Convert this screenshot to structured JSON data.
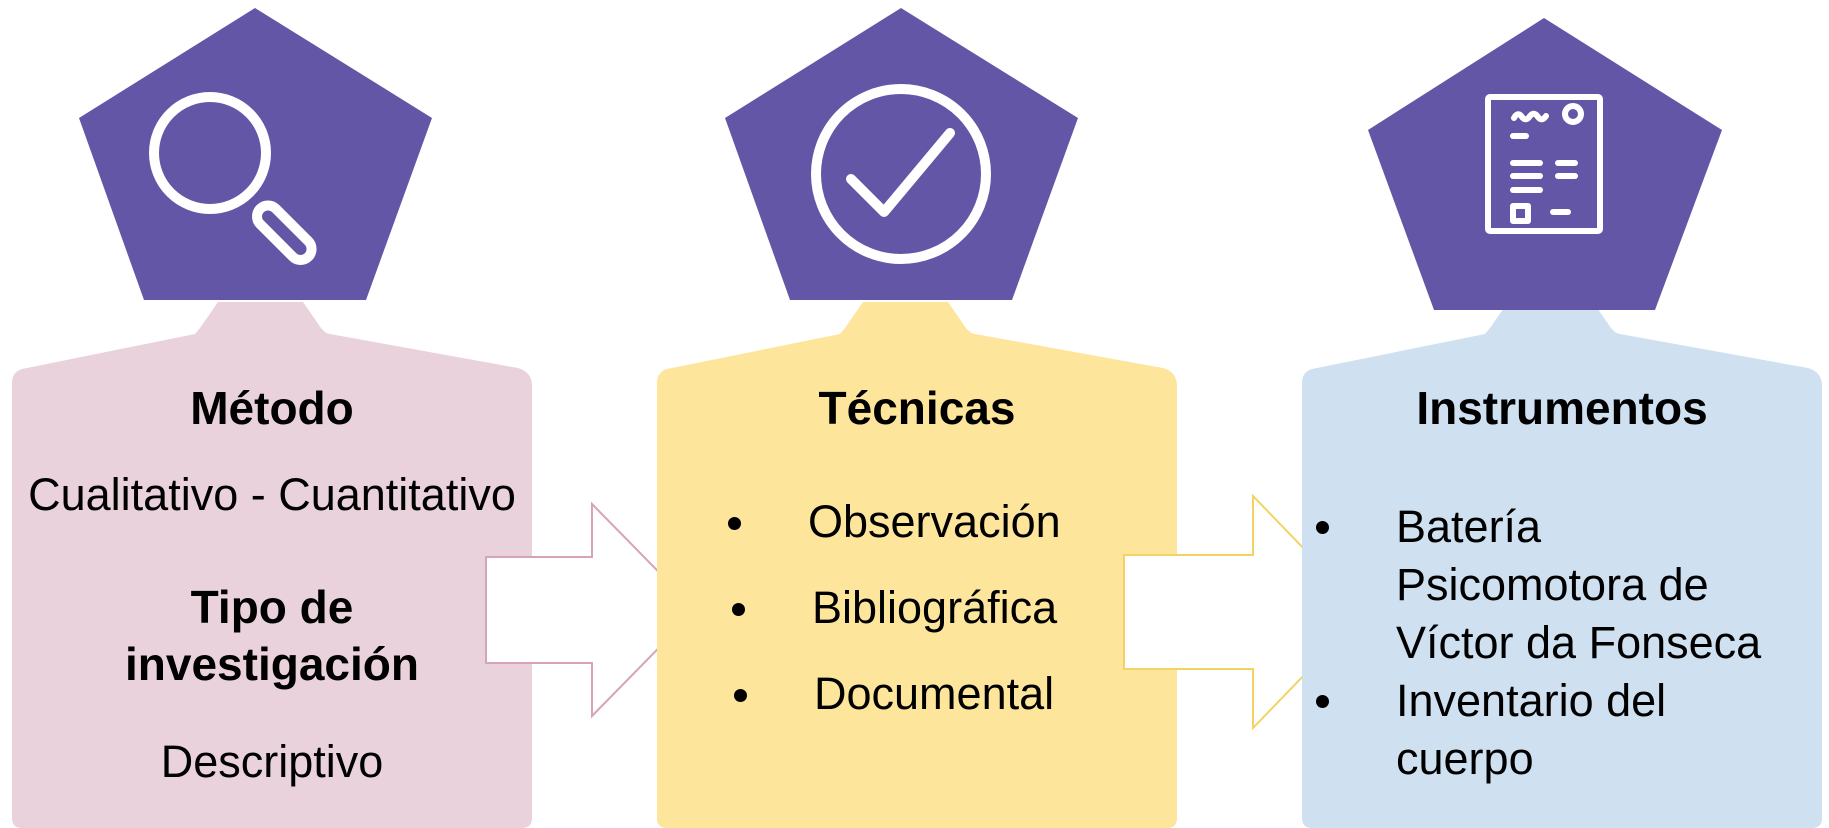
{
  "colors": {
    "pentagon": "#6456a6",
    "panel_metodo": "#ead2dc",
    "panel_tecnicas": "#fde59c",
    "panel_instrumentos": "#cfe0f1",
    "arrow1_stroke": "#d6a3b8",
    "arrow2_stroke": "#f3d364",
    "icon_stroke": "#ffffff"
  },
  "columns": [
    {
      "icon": "magnifying-glass-icon",
      "heading": "Método",
      "subtitle": "Cualitativo - Cuantitativo",
      "heading2_line1": "Tipo de",
      "heading2_line2": "investigación",
      "subtitle2": "Descriptivo"
    },
    {
      "icon": "check-circle-icon",
      "heading": "Técnicas",
      "items": [
        "Observación",
        "Bibliográfica",
        "Documental"
      ]
    },
    {
      "icon": "document-checklist-icon",
      "heading": "Instrumentos",
      "items": [
        {
          "lines": [
            "Batería",
            "Psicomotora de",
            "Víctor da Fonseca"
          ]
        },
        {
          "lines": [
            "Inventario del",
            "cuerpo"
          ]
        }
      ]
    }
  ]
}
